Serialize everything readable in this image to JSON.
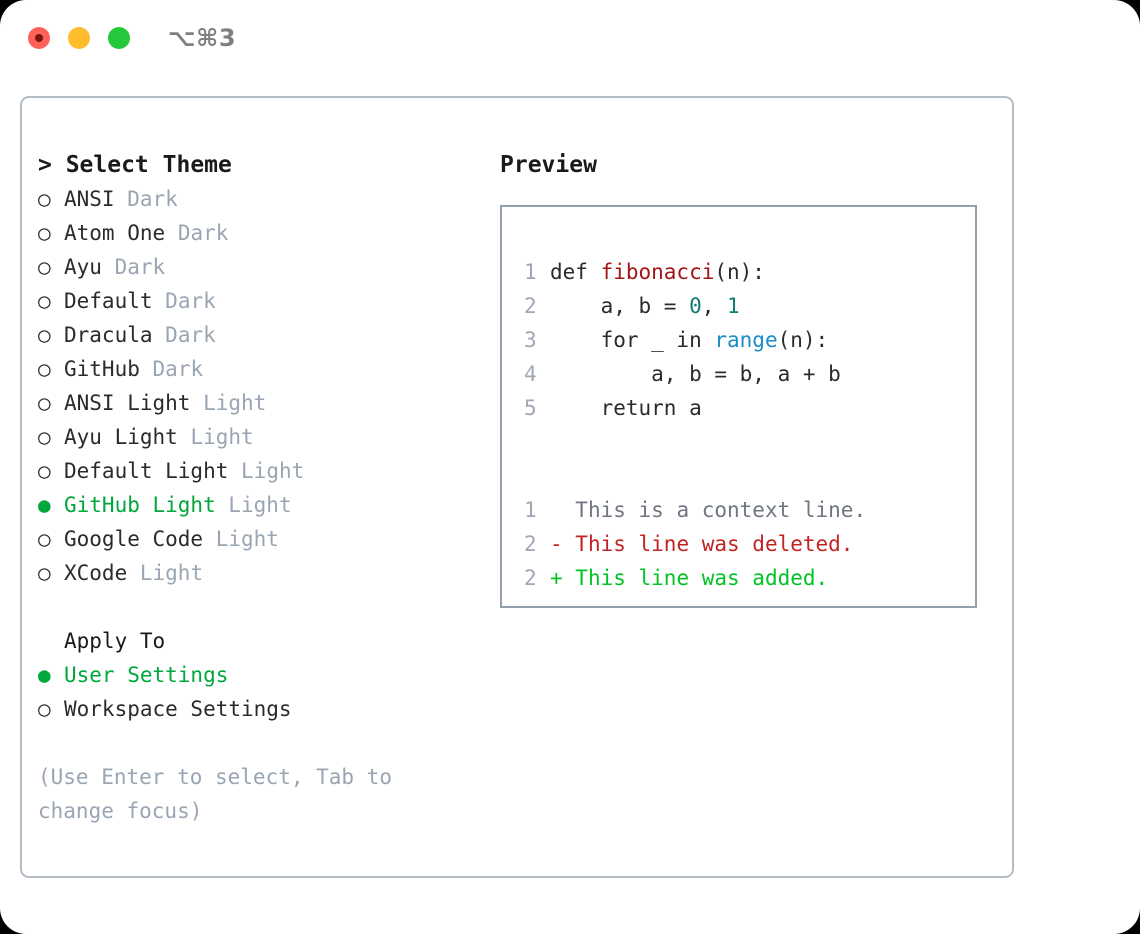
{
  "window": {
    "traffic_lights": [
      "close",
      "minimize",
      "maximize"
    ],
    "shortcut_label": "⌥⌘3",
    "colors": {
      "close": "#ff6159",
      "minimize": "#ffbd2e",
      "maximize": "#25c73b",
      "accent_green": "#00a83b",
      "muted": "#9aa5b4",
      "border": "#b4bcc6",
      "preview_border": "#93a0b0"
    }
  },
  "theme_panel": {
    "header": "> Select Theme",
    "options": [
      {
        "bullet": "○",
        "label": "ANSI",
        "tag": "Dark",
        "selected": false
      },
      {
        "bullet": "○",
        "label": "Atom One",
        "tag": "Dark",
        "selected": false
      },
      {
        "bullet": "○",
        "label": "Ayu",
        "tag": "Dark",
        "selected": false
      },
      {
        "bullet": "○",
        "label": "Default",
        "tag": "Dark",
        "selected": false
      },
      {
        "bullet": "○",
        "label": "Dracula",
        "tag": "Dark",
        "selected": false
      },
      {
        "bullet": "○",
        "label": "GitHub",
        "tag": "Dark",
        "selected": false
      },
      {
        "bullet": "○",
        "label": "ANSI Light",
        "tag": "Light",
        "selected": false
      },
      {
        "bullet": "○",
        "label": "Ayu Light",
        "tag": "Light",
        "selected": false
      },
      {
        "bullet": "○",
        "label": "Default Light",
        "tag": "Light",
        "selected": false
      },
      {
        "bullet": "●",
        "label": "GitHub Light",
        "tag": "Light",
        "selected": true
      },
      {
        "bullet": "○",
        "label": "Google Code",
        "tag": "Light",
        "selected": false
      },
      {
        "bullet": "○",
        "label": "XCode",
        "tag": "Light",
        "selected": false
      }
    ]
  },
  "apply_to": {
    "header": "Apply To",
    "options": [
      {
        "bullet": "●",
        "label": "User Settings",
        "selected": true
      },
      {
        "bullet": "○",
        "label": "Workspace Settings",
        "selected": false
      }
    ]
  },
  "hint": "(Use Enter to select, Tab to change focus)",
  "preview": {
    "header": "Preview",
    "code_lines": [
      {
        "number": "1",
        "tokens": [
          {
            "t": "def ",
            "c": "kw"
          },
          {
            "t": "fibonacci",
            "c": "fn"
          },
          {
            "t": "(n):",
            "c": "plain"
          }
        ]
      },
      {
        "number": "2",
        "tokens": [
          {
            "t": "    a, b = ",
            "c": "plain"
          },
          {
            "t": "0",
            "c": "num"
          },
          {
            "t": ", ",
            "c": "plain"
          },
          {
            "t": "1",
            "c": "num"
          }
        ]
      },
      {
        "number": "3",
        "tokens": [
          {
            "t": "    for _ in ",
            "c": "plain"
          },
          {
            "t": "range",
            "c": "call"
          },
          {
            "t": "(n):",
            "c": "plain"
          }
        ]
      },
      {
        "number": "4",
        "tokens": [
          {
            "t": "        a, b = b, a + b",
            "c": "plain"
          }
        ]
      },
      {
        "number": "5",
        "tokens": [
          {
            "t": "    return a",
            "c": "plain"
          }
        ]
      }
    ],
    "diff_lines": [
      {
        "number": "1",
        "marker": " ",
        "text": " This is a context line.",
        "kind": "ctx"
      },
      {
        "number": "2",
        "marker": "-",
        "text": " This line was deleted.",
        "kind": "del"
      },
      {
        "number": "2",
        "marker": "+",
        "text": " This line was added.",
        "kind": "add"
      }
    ]
  }
}
